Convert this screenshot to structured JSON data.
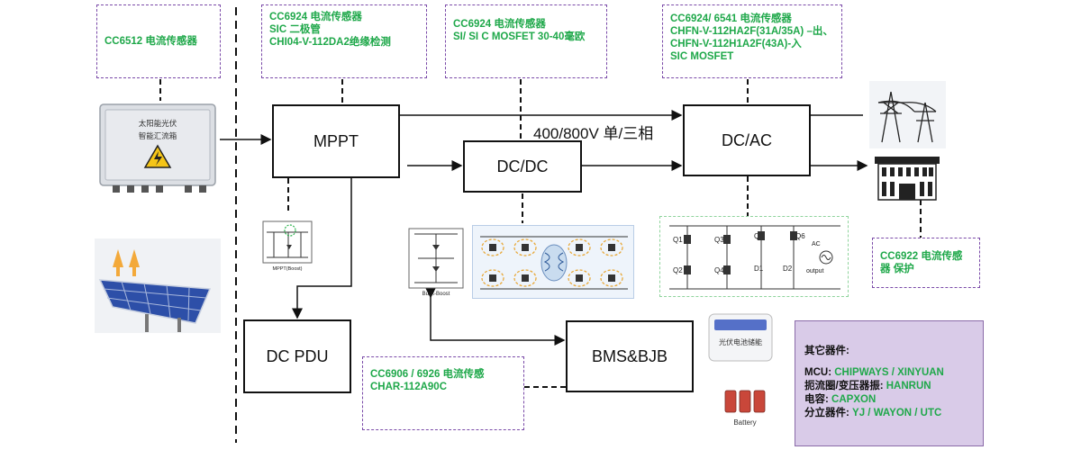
{
  "notes": {
    "n1": [
      "CC6512 电流传感器"
    ],
    "n2": [
      "CC6924 电流传感器",
      "SIC 二极管",
      "CHI04-V-112DA2绝缘检测"
    ],
    "n3": [
      "CC6924 电流传感器",
      "SI/ SI C MOSFET 30-40毫欧"
    ],
    "n4": [
      "CC6924/ 6541 电流传感器",
      "CHFN-V-112HA2F(31A/35A) –出、",
      "CHFN-V-112H1A2F(43A)-入",
      "SIC MOSFET"
    ],
    "n5": [
      "CC6922 电流传感",
      "器 保护"
    ],
    "n6": [
      "CC6906 / 6926 电流传感",
      "CHAR-112A90C"
    ]
  },
  "blocks": {
    "mppt": "MPPT",
    "dcdc": "DC/DC",
    "dcac": "DC/AC",
    "pdu": "DC PDU",
    "bms": "BMS&BJB"
  },
  "bus_label": "400/800V 单/三相",
  "combiner_box": {
    "line1": "太阳能光伏",
    "line2": "智能汇流箱"
  },
  "schematic_captions": {
    "boost": "MPPT(Boost)",
    "buckboost": "Buck-Boost",
    "ac_output": "AC\noutput"
  },
  "battery_module_label": "光伏电池储能",
  "battery_label": "Battery",
  "parts": {
    "title": "其它器件:",
    "rows": [
      {
        "k": "MCU:",
        "v": "CHIPWAYS / XINYUAN"
      },
      {
        "k": "扼流圈/变压器振:",
        "v": "HANRUN"
      },
      {
        "k": "电容:",
        "v": "CAPXON"
      },
      {
        "k": "分立器件:",
        "v": "YJ / WAYON / UTC"
      }
    ]
  }
}
